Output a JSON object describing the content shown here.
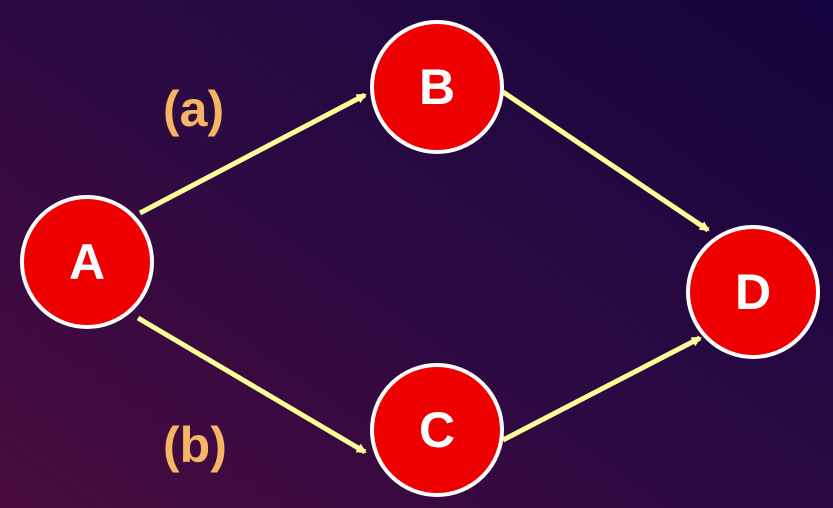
{
  "colors": {
    "node_fill": "#ee0000",
    "node_border": "#ffffff",
    "node_text": "#ffffff",
    "edge": "#ffff99",
    "edge_label": "#f6b565"
  },
  "nodes": [
    {
      "id": "A",
      "label": "A"
    },
    {
      "id": "B",
      "label": "B"
    },
    {
      "id": "C",
      "label": "C"
    },
    {
      "id": "D",
      "label": "D"
    }
  ],
  "edges": [
    {
      "from": "A",
      "to": "B",
      "label": "(a)"
    },
    {
      "from": "A",
      "to": "C",
      "label": "(b)"
    },
    {
      "from": "B",
      "to": "D",
      "label": ""
    },
    {
      "from": "C",
      "to": "D",
      "label": ""
    }
  ]
}
